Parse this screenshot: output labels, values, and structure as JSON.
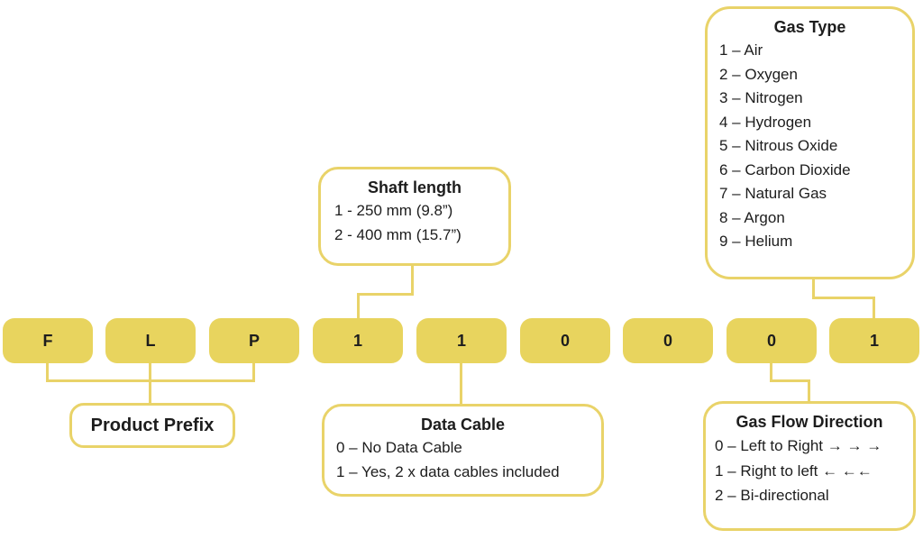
{
  "colors": {
    "box_fill": "#e8d45e",
    "line_and_border": "#e9d369",
    "text": "#1d1d1d",
    "background": "#ffffff"
  },
  "code": {
    "digits": [
      "F",
      "L",
      "P",
      "1",
      "1",
      "0",
      "0",
      "0",
      "1"
    ]
  },
  "callouts": {
    "gas_type": {
      "title": "Gas Type",
      "items": [
        "1 – Air",
        "2 – Oxygen",
        "3 – Nitrogen",
        "4 – Hydrogen",
        "5 – Nitrous Oxide",
        "6 – Carbon Dioxide",
        "7 – Natural Gas",
        "8 – Argon",
        "9 – Helium"
      ]
    },
    "shaft_length": {
      "title": "Shaft length",
      "items": [
        "1 - 250 mm (9.8”)",
        "2 - 400 mm (15.7”)"
      ]
    },
    "product_prefix": {
      "title": "Product Prefix"
    },
    "data_cable": {
      "title": "Data Cable",
      "items": [
        "0 – No Data Cable",
        "1 – Yes, 2 x data cables included"
      ]
    },
    "gas_flow_direction": {
      "title": "Gas Flow Direction",
      "items": [
        "0 – Left to Right → → →",
        "1 – Right to left ← ←←",
        "2 – Bi-directional"
      ]
    }
  }
}
